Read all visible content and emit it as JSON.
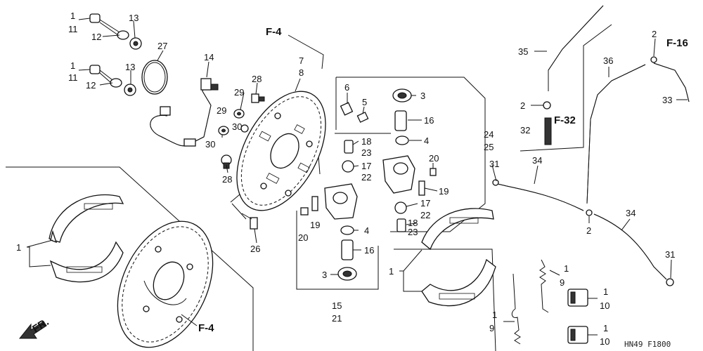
{
  "diagram": {
    "callouts": [
      "1",
      "11",
      "12",
      "13",
      "1",
      "11",
      "12",
      "13",
      "27",
      "14",
      "28",
      "29",
      "30",
      "29",
      "30",
      "28",
      "7",
      "8",
      "6",
      "5",
      "3",
      "16",
      "4",
      "18",
      "23",
      "17",
      "22",
      "20",
      "19",
      "17",
      "22",
      "18",
      "23",
      "4",
      "16",
      "3",
      "15",
      "21",
      "24",
      "25",
      "20",
      "26",
      "19",
      "1",
      "1",
      "35",
      "2",
      "32",
      "36",
      "2",
      "33",
      "31",
      "34",
      "34",
      "2",
      "31",
      "1",
      "9",
      "1",
      "10",
      "1",
      "9",
      "1",
      "10"
    ],
    "refs": [
      "F-4",
      "F-4",
      "F-16",
      "F-32"
    ],
    "direction_label": "FR.",
    "code": "HN49  F1800"
  }
}
